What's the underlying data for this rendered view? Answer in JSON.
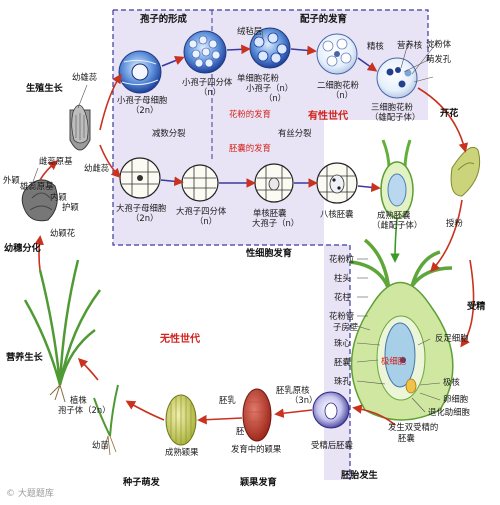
{
  "labels": {
    "spore_formation": "孢子的形成",
    "gamete_development": "配子的发育",
    "tapetum": "绒毡层",
    "sperm_nucleus": "精核",
    "vegetative_nucleus": "营养核",
    "amyloplast": "淀粉体",
    "germination_pore": "萌发孔",
    "microspore_mother_cell": "小孢子母细胞",
    "ploidy_2n": "（2n）",
    "ploidy_n": "（n）",
    "ploidy_3n": "（3n）",
    "microspore_tetrad": "小孢子四分体",
    "uninucleate_pollen": "单细胞花粉",
    "microspore": "小孢子（n）",
    "binucleate_pollen": "二细胞花粉",
    "trinucleate_pollen": "三细胞花粉",
    "male_gametophyte": "（雄配子体）",
    "pollen_development": "花粉的发育",
    "sexual_generation": "有性世代",
    "meiosis": "减数分裂",
    "mitosis": "有丝分裂",
    "embryo_sac_development": "胚囊的发育",
    "megaspore_mother_cell": "大孢子母细胞",
    "megaspore_tetrad": "大孢子四分体",
    "mononuclear_embryo_sac": "单核胚囊",
    "megaspore": "大孢子（n）",
    "eight_nucleate_embryo_sac": "八核胚囊",
    "mature_embryo_sac": "成熟胚囊",
    "female_gametophyte": "（雌配子体）",
    "sexual_development": "性细胞发育",
    "flowering": "开花",
    "pollination": "授粉",
    "fertilization": "受精",
    "pollen_grain": "花粉粒",
    "stigma": "柱头",
    "style": "花柱",
    "pollen_tube": "花粉管",
    "ovary_wall": "子房壁",
    "nucellus": "珠心",
    "embryo_sac": "胚囊",
    "micropyle": "珠孔",
    "antipodal_cells": "反足细胞",
    "polar_nuclei": "极细胞",
    "polar_nucleus": "极核",
    "egg_cell": "卵细胞",
    "degenerated_synergid": "退化助细胞",
    "double_fertilized_embryo_sac": "发生双受精的",
    "embryo_sac_2": "胚囊",
    "asexual_generation": "无性世代",
    "endosperm_nucleus": "胚乳原核",
    "endosperm": "胚乳",
    "embryo": "胚",
    "developing_grain": "发育中的颖果",
    "post_fertilization_embryo_sac": "受精后胚囊",
    "mature_grain": "成熟颖果",
    "embryo_development": "胚胎发生",
    "grain_development": "颖果发育",
    "seed_germination": "种子萌发",
    "seedling": "幼苗",
    "plant": "植株",
    "sporophyte": "孢子体（2n）",
    "vegetative_growth": "营养生长",
    "spike_differentiation": "幼穗分化",
    "young_spike": "幼颖花",
    "reproductive_growth": "生殖生长",
    "stamen": "幼雄蕊",
    "anther_primordium": "幼雌蕊",
    "pistil": "雌蕊原基",
    "pistil_primordium": "雄蕊原基",
    "outer_glume": "外颖",
    "stamen_primordium": "内颖",
    "inner_glume": "护颖",
    "lemma": "",
    "watermark": "© 大题题库"
  },
  "colors": {
    "gametophyte_region": "#e9e4f5",
    "dashed_border": "#3b3aa0",
    "arrow_red": "#c8321e",
    "text_red": "#d2231c",
    "plant_green": "#4f9a34"
  }
}
